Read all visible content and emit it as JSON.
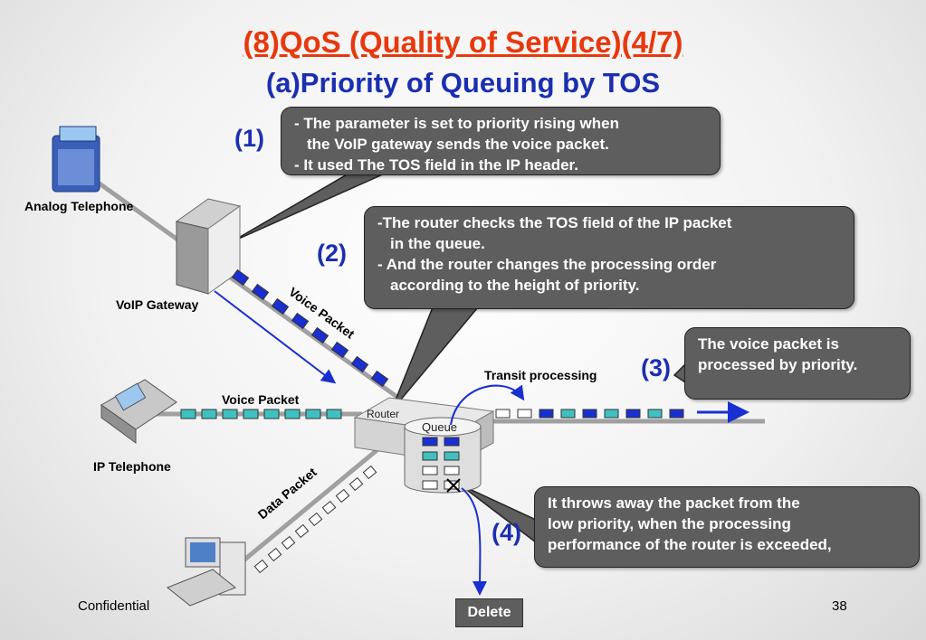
{
  "title": "(8)QoS (Quality of Service)(4/7)",
  "subtitle": "(a)Priority of Queuing by TOS",
  "steps": {
    "s1": {
      "num": "(1)",
      "lines": [
        "- The parameter is set to priority rising when",
        "the VoIP gateway sends the voice packet.",
        "- It used The TOS field in the IP header."
      ]
    },
    "s2": {
      "num": "(2)",
      "lines": [
        "-The router checks the TOS field of the IP packet",
        "in the queue.",
        "- And the router changes the processing order",
        "according to the height of priority."
      ]
    },
    "s3": {
      "num": "(3)",
      "lines": [
        "The voice packet is",
        "processed by priority."
      ]
    },
    "s4": {
      "num": "(4)",
      "lines": [
        "It throws away the packet from the",
        "low priority, when the processing",
        "performance of the router is exceeded,"
      ]
    }
  },
  "labels": {
    "analog_telephone": "Analog Telephone",
    "voip_gateway": "VoIP Gateway",
    "ip_telephone": "IP Telephone",
    "voice_packet_diag": "Voice Packet",
    "voice_packet_horiz": "Voice Packet",
    "data_packet": "Data Packet",
    "router": "Router",
    "queue": "Queue",
    "transit_processing": "Transit processing",
    "delete": "Delete"
  },
  "footer": {
    "left": "Confidential",
    "page": "38"
  },
  "colors": {
    "title_red": "#e8380d",
    "heading_blue": "#1a2fb0",
    "voice_packet": "#40c0c0",
    "priority_packet": "#1a2fd0",
    "bubble": "#5e5e5e"
  },
  "icons": [
    "analog-telephone-icon",
    "voip-gateway-icon",
    "ip-telephone-icon",
    "pc-icon",
    "router-icon",
    "queue-cylinder-icon"
  ]
}
